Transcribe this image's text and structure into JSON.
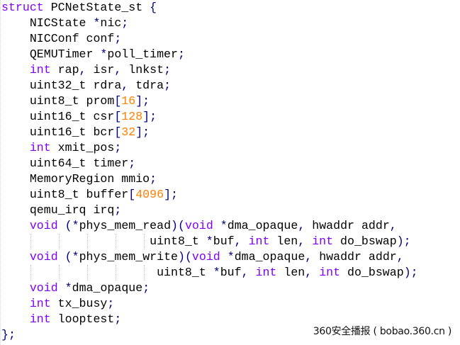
{
  "colors": {
    "keyword": "#8000ff",
    "number": "#ff8000",
    "operator": "#000080",
    "text": "#000000",
    "background": "#ffffff"
  },
  "code": {
    "language": "c",
    "lines": [
      [
        {
          "t": "struct",
          "c": "kw"
        },
        {
          "t": " PCNetState_st "
        },
        {
          "t": "{",
          "c": "op"
        }
      ],
      [
        {
          "t": "    NICState "
        },
        {
          "t": "*",
          "c": "op"
        },
        {
          "t": "nic"
        },
        {
          "t": ";",
          "c": "op"
        }
      ],
      [
        {
          "t": "    NICConf conf"
        },
        {
          "t": ";",
          "c": "op"
        }
      ],
      [
        {
          "t": "    QEMUTimer "
        },
        {
          "t": "*",
          "c": "op"
        },
        {
          "t": "poll_timer"
        },
        {
          "t": ";",
          "c": "op"
        }
      ],
      [
        {
          "t": "    "
        },
        {
          "t": "int",
          "c": "kw"
        },
        {
          "t": " rap"
        },
        {
          "t": ",",
          "c": "op"
        },
        {
          "t": " isr"
        },
        {
          "t": ",",
          "c": "op"
        },
        {
          "t": " lnkst"
        },
        {
          "t": ";",
          "c": "op"
        }
      ],
      [
        {
          "t": "    uint32_t rdra"
        },
        {
          "t": ",",
          "c": "op"
        },
        {
          "t": " tdra"
        },
        {
          "t": ";",
          "c": "op"
        }
      ],
      [
        {
          "t": "    uint8_t prom"
        },
        {
          "t": "[",
          "c": "op"
        },
        {
          "t": "16",
          "c": "num"
        },
        {
          "t": "];",
          "c": "op"
        }
      ],
      [
        {
          "t": "    uint16_t csr"
        },
        {
          "t": "[",
          "c": "op"
        },
        {
          "t": "128",
          "c": "num"
        },
        {
          "t": "];",
          "c": "op"
        }
      ],
      [
        {
          "t": "    uint16_t bcr"
        },
        {
          "t": "[",
          "c": "op"
        },
        {
          "t": "32",
          "c": "num"
        },
        {
          "t": "];",
          "c": "op"
        }
      ],
      [
        {
          "t": "    "
        },
        {
          "t": "int",
          "c": "kw"
        },
        {
          "t": " xmit_pos"
        },
        {
          "t": ";",
          "c": "op"
        }
      ],
      [
        {
          "t": "    uint64_t timer"
        },
        {
          "t": ";",
          "c": "op"
        }
      ],
      [
        {
          "t": "    MemoryRegion mmio"
        },
        {
          "t": ";",
          "c": "op"
        }
      ],
      [
        {
          "t": "    uint8_t buffer"
        },
        {
          "t": "[",
          "c": "op"
        },
        {
          "t": "4096",
          "c": "num"
        },
        {
          "t": "];",
          "c": "op"
        }
      ],
      [
        {
          "t": "    qemu_irq irq"
        },
        {
          "t": ";",
          "c": "op"
        }
      ],
      [
        {
          "t": "    "
        },
        {
          "t": "void",
          "c": "kw"
        },
        {
          "t": " "
        },
        {
          "t": "(*",
          "c": "op"
        },
        {
          "t": "phys_mem_read"
        },
        {
          "t": ")(",
          "c": "op"
        },
        {
          "t": "void",
          "c": "kw"
        },
        {
          "t": " "
        },
        {
          "t": "*",
          "c": "op"
        },
        {
          "t": "dma_opaque"
        },
        {
          "t": ",",
          "c": "op"
        },
        {
          "t": " hwaddr addr"
        },
        {
          "t": ",",
          "c": "op"
        }
      ],
      [
        {
          "t": "                     uint8_t "
        },
        {
          "t": "*",
          "c": "op"
        },
        {
          "t": "buf"
        },
        {
          "t": ",",
          "c": "op"
        },
        {
          "t": " "
        },
        {
          "t": "int",
          "c": "kw"
        },
        {
          "t": " len"
        },
        {
          "t": ",",
          "c": "op"
        },
        {
          "t": " "
        },
        {
          "t": "int",
          "c": "kw"
        },
        {
          "t": " do_bswap"
        },
        {
          "t": ");",
          "c": "op"
        }
      ],
      [
        {
          "t": "    "
        },
        {
          "t": "void",
          "c": "kw"
        },
        {
          "t": " "
        },
        {
          "t": "(*",
          "c": "op"
        },
        {
          "t": "phys_mem_write"
        },
        {
          "t": ")(",
          "c": "op"
        },
        {
          "t": "void",
          "c": "kw"
        },
        {
          "t": " "
        },
        {
          "t": "*",
          "c": "op"
        },
        {
          "t": "dma_opaque"
        },
        {
          "t": ",",
          "c": "op"
        },
        {
          "t": " hwaddr addr"
        },
        {
          "t": ",",
          "c": "op"
        }
      ],
      [
        {
          "t": "                      uint8_t "
        },
        {
          "t": "*",
          "c": "op"
        },
        {
          "t": "buf"
        },
        {
          "t": ",",
          "c": "op"
        },
        {
          "t": " "
        },
        {
          "t": "int",
          "c": "kw"
        },
        {
          "t": " len"
        },
        {
          "t": ",",
          "c": "op"
        },
        {
          "t": " "
        },
        {
          "t": "int",
          "c": "kw"
        },
        {
          "t": " do_bswap"
        },
        {
          "t": ");",
          "c": "op"
        }
      ],
      [
        {
          "t": "    "
        },
        {
          "t": "void",
          "c": "kw"
        },
        {
          "t": " "
        },
        {
          "t": "*",
          "c": "op"
        },
        {
          "t": "dma_opaque"
        },
        {
          "t": ";",
          "c": "op"
        }
      ],
      [
        {
          "t": "    "
        },
        {
          "t": "int",
          "c": "kw"
        },
        {
          "t": " tx_busy"
        },
        {
          "t": ";",
          "c": "op"
        }
      ],
      [
        {
          "t": "    "
        },
        {
          "t": "int",
          "c": "kw"
        },
        {
          "t": " looptest"
        },
        {
          "t": ";",
          "c": "op"
        }
      ],
      [
        {
          "t": "};",
          "c": "op"
        }
      ]
    ],
    "indent_guides": {
      "15": [
        4,
        8,
        12,
        16,
        20
      ],
      "17": [
        4,
        8,
        12,
        16,
        20
      ]
    }
  },
  "watermark": {
    "text": "360安全播报 ( bobao.360.cn )"
  }
}
